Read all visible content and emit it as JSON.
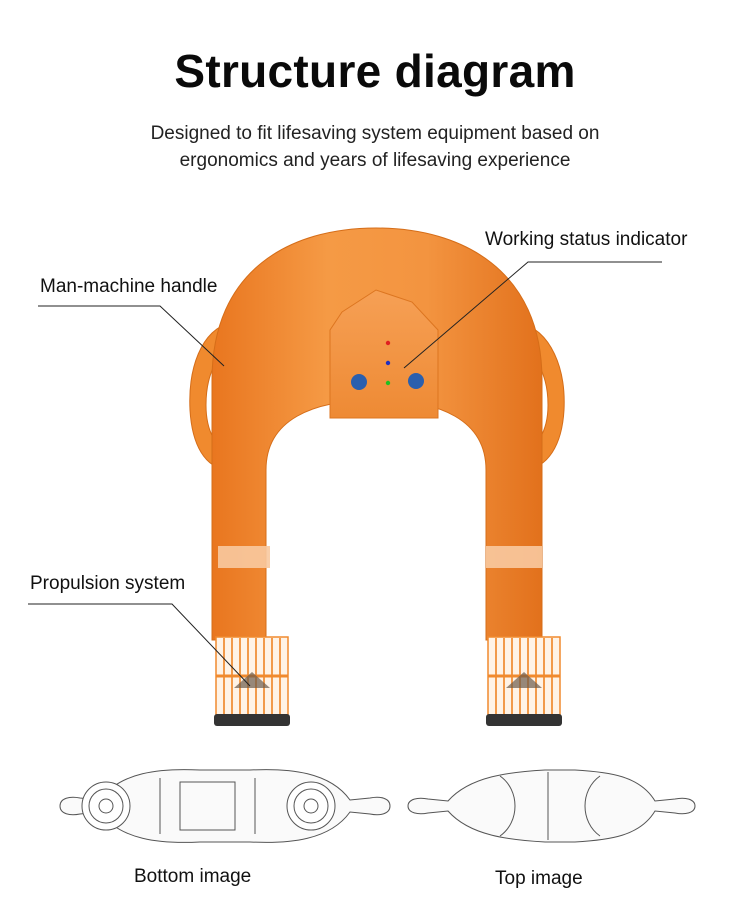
{
  "header": {
    "title": "Structure diagram",
    "subtitle_line1": "Designed to fit lifesaving system equipment based on",
    "subtitle_line2": "ergonomics and years of lifesaving experience"
  },
  "callouts": {
    "status_indicator": "Working status indicator",
    "handle": "Man-machine handle",
    "propulsion": "Propulsion system"
  },
  "views": {
    "bottom": "Bottom image",
    "top": "Top image"
  },
  "colors": {
    "body_orange": "#f08a2e",
    "body_shadow": "#d96f1a",
    "button_blue": "#2a5fae",
    "led_red": "#e02020",
    "led_blue": "#2030c0",
    "led_green": "#20c020"
  }
}
